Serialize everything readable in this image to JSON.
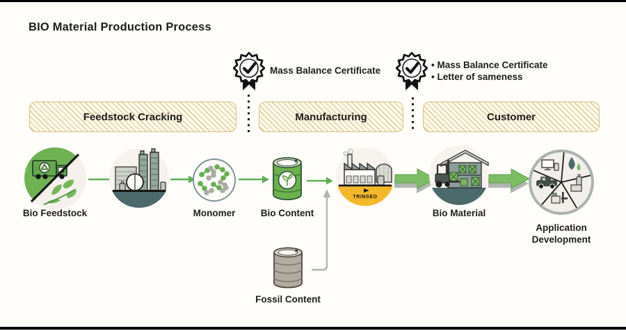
{
  "title": "BIO Material Production Process",
  "stages": [
    {
      "label": "Feedstock Cracking"
    },
    {
      "label": "Manufacturing"
    },
    {
      "label": "Customer"
    }
  ],
  "certificates": {
    "first": {
      "lines": [
        "Mass Balance Certificate"
      ]
    },
    "second": {
      "lines": [
        "• Mass Balance Certificate",
        "• Letter of sameness"
      ]
    }
  },
  "flow": {
    "bio_feedstock": "Bio Feedstock",
    "monomer": "Monomer",
    "bio_content": "Bio Content",
    "factory_logo": "TRINSEO",
    "bio_material": "Bio Material",
    "application": "Application Development",
    "fossil_content": "Fossil Content"
  },
  "icons": {
    "badge": "certificate-rosette-icon",
    "bio_feedstock": "recycling-truck-and-leaves-icon",
    "cracking_plant": "cracking-plant-icon",
    "monomer": "monomer-molecules-icon",
    "bio_content": "green-barrel-leaf-icon",
    "factory": "trinseo-factory-icon",
    "bio_material": "warehouse-forklift-icon",
    "application": "application-segments-wheel-icon",
    "fossil_content": "grey-barrel-icon"
  },
  "colors": {
    "background": "#FFFDFA",
    "accent_green": "#5FAE53",
    "arrow_green": "#7CBD63",
    "arrow_shadow_gray": "#AFB6B1",
    "band_border_tan": "#D5BE7E",
    "band_hatch_tan": "#DBC98F",
    "teal_dark": "#4C696C",
    "trinseo_amber": "#F4B82B",
    "text_black": "#1d1d1b"
  }
}
